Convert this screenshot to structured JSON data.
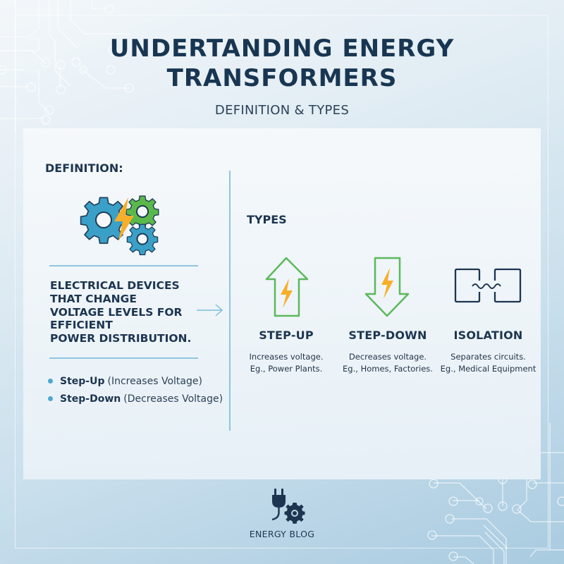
{
  "header": {
    "title_line1": "UNDERTANDING ENERGY",
    "title_line2": "TRANSFORMERS",
    "subtitle": "DEFINITION & TYPES"
  },
  "definition": {
    "label": "DEFINITION:",
    "icon": "gears-lightning-icon",
    "text_lines": [
      "ELECTRICAL DEVICES",
      "THAT CHANGE",
      "VOLTAGE LEVELS FOR",
      "EFFICIENT",
      "POWER DISTRIBUTION."
    ],
    "bullets": [
      {
        "bold": "Step-Up",
        "detail": "(Increases Voltage)"
      },
      {
        "bold": "Step-Down",
        "detail": "(Decreases Voltage)"
      }
    ]
  },
  "types": {
    "label": "TYPES",
    "items": [
      {
        "name": "STEP-UP",
        "icon": "up-arrow-lightning-icon",
        "desc_line1": "Increases voltage.",
        "desc_line2": "Eg., Power Plants."
      },
      {
        "name": "STEP-DOWN",
        "icon": "down-arrow-lightning-icon",
        "desc_line1": "Decreases voltage.",
        "desc_line2": "Eg., Homes, Factories."
      },
      {
        "name": "ISOLATION",
        "icon": "isolation-coupling-icon",
        "desc_line1": "Separates circuits.",
        "desc_line2": "Eg., Medical Equipment"
      }
    ]
  },
  "footer": {
    "label": "ENERGY BLOG",
    "icon": "plug-gear-icon"
  },
  "colors": {
    "navy": "#1b3550",
    "accent_blue": "#4da8cf",
    "divider": "#8ec6de",
    "green": "#5cb85c",
    "lightning": "#f7ae2b",
    "gear_blue": "#3aa0c8",
    "gear_green": "#5bb84a"
  }
}
